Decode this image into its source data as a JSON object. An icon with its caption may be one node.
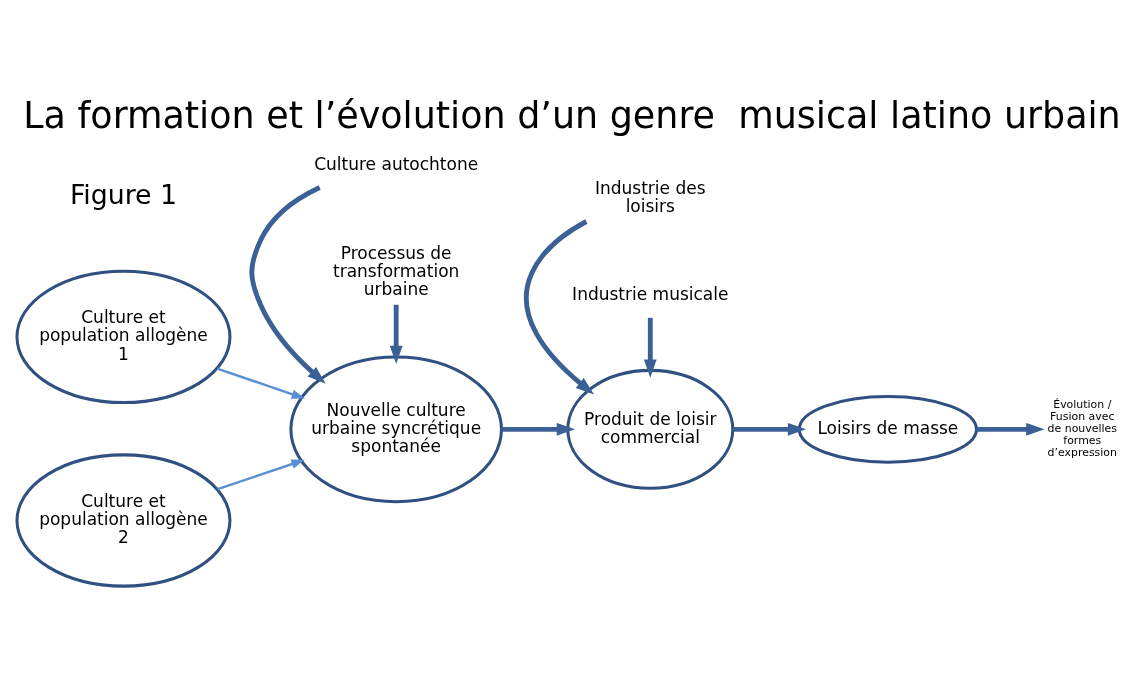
{
  "diagram": {
    "title": "La formation et l’évolution d’un genre  musical latino urbain",
    "nodes": [
      {
        "text": [
          "Culture et population allogène 1"
        ]
      },
      {
        "text": [
          "Culture et population allogène 2"
        ]
      },
      {
        "text": [
          "Culture autochtone"
        ]
      },
      {
        "text": [
          "Nouvelle culture urbaine syncrétique spontanée"
        ]
      },
      {
        "text": [
          "Processus de transformation urbaine"
        ]
      },
      {
        "text": [
          "Industrie des loisirs"
        ]
      },
      {
        "text": [
          "Produit de loisir commercial"
        ]
      },
      {
        "text": [
          "Industrie musicale"
        ]
      },
      {
        "text": [
          "Loisirs de masse"
        ]
      },
      {
        "text": [
          "Évolution / Fusion avec de nouvelles formes d’expression"
        ]
      }
    ],
    "edges": [
      {
        "from": 0,
        "to": 3,
        "arrow": "to",
        "color": "#5b8fd4"
      },
      {
        "from": 1,
        "to": 3,
        "arrow": "to",
        "color": "#5b8fd4"
      },
      {
        "from": 2,
        "to": 3,
        "arrow": "to"
      },
      {
        "from": 4,
        "to": 3,
        "arrow": "to"
      },
      {
        "from": 3,
        "to": 6,
        "arrow": "to"
      },
      {
        "from": 5,
        "to": 6,
        "arrow": "to"
      },
      {
        "from": 7,
        "to": 6,
        "arrow": "to"
      },
      {
        "from": 6,
        "to": 8,
        "arrow": "to"
      },
      {
        "from": 8,
        "to": 9,
        "arrow": "to"
      }
    ],
    "labels": [
      "Figure 1"
    ]
  }
}
